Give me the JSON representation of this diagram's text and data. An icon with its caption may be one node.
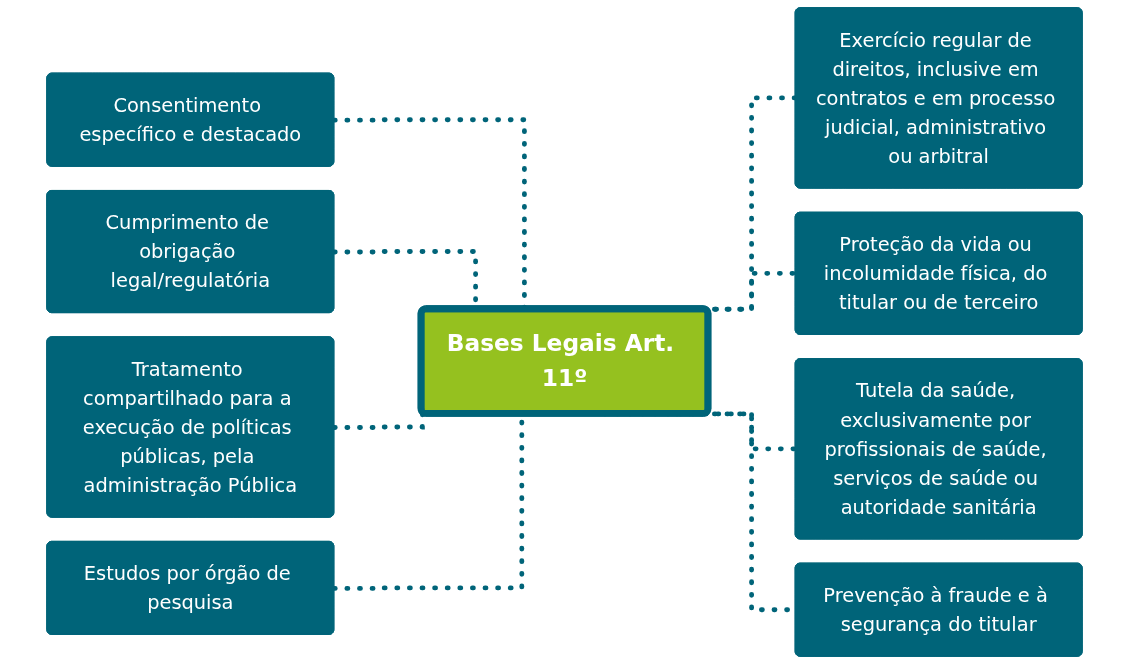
{
  "diagram": {
    "nodes": [
      {
        "text": [
          "Consentimento específico e destacado"
        ]
      },
      {
        "text": [
          "Cumprimento de obrigação legal/regulatória"
        ]
      },
      {
        "text": [
          "Tratamento compartilhado para a execução de políticas públicas, pela administração Pública"
        ]
      },
      {
        "text": [
          "Estudos por órgão de pesquisa"
        ]
      },
      {
        "text": [
          "Bases Legais Art. 11º"
        ]
      },
      {
        "text": [
          "Exercício regular de direitos, inclusive em contratos e em processo judicial, administrativo ou arbitral"
        ]
      },
      {
        "text": [
          "Proteção da vida ou incolumidade física, do titular ou de terceiro"
        ]
      },
      {
        "text": [
          "Tutela da saúde, exclusivamente por profissionais de saúde, serviços de saúde ou autoridade sanitária"
        ]
      },
      {
        "text": [
          "Prevenção à fraude e à segurança do titular"
        ]
      }
    ],
    "edges": [
      {
        "from": 0,
        "to": 4,
        "arrow": "none",
        "style": "dashed"
      },
      {
        "from": 1,
        "to": 4,
        "arrow": "none",
        "style": "dashed"
      },
      {
        "from": 2,
        "to": 4,
        "arrow": "none",
        "style": "dashed"
      },
      {
        "from": 3,
        "to": 4,
        "arrow": "none",
        "style": "dashed"
      },
      {
        "from": 4,
        "to": 5,
        "arrow": "none",
        "style": "dashed"
      },
      {
        "from": 4,
        "to": 6,
        "arrow": "none",
        "style": "dashed"
      },
      {
        "from": 4,
        "to": 7,
        "arrow": "none",
        "style": "dashed"
      },
      {
        "from": 4,
        "to": 8,
        "arrow": "none",
        "style": "dashed"
      }
    ]
  }
}
